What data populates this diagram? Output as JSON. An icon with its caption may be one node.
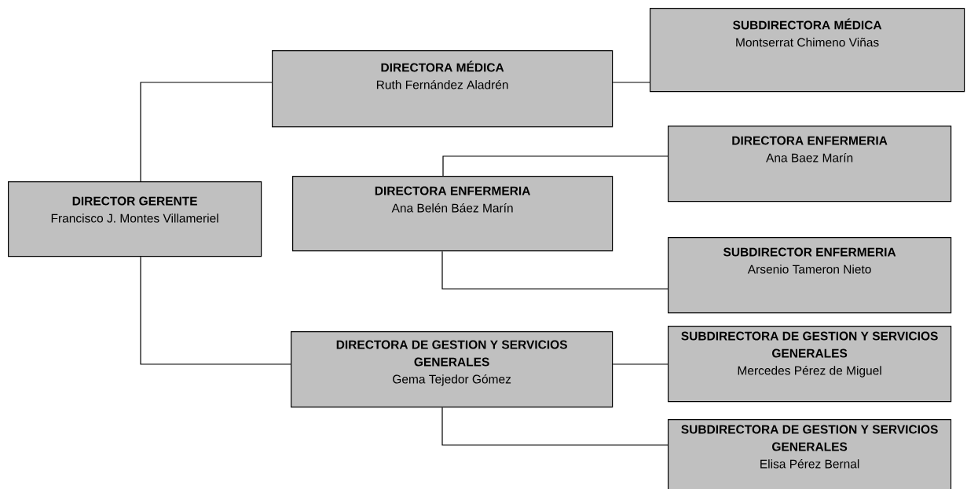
{
  "diagram": {
    "nodes": [
      {
        "text": [
          "DIRECTOR GERENTE",
          "Francisco J. Montes Villameriel"
        ]
      },
      {
        "text": [
          "DIRECTORA MÉDICA",
          "Ruth Fernández Aladrén"
        ]
      },
      {
        "text": [
          "SUBDIRECTORA MÉDICA",
          "Montserrat Chimeno Viñas"
        ]
      },
      {
        "text": [
          "DIRECTORA ENFERMERIA",
          "Ana Belén Báez Marín"
        ]
      },
      {
        "text": [
          "DIRECTORA ENFERMERIA",
          "Ana Baez Marín"
        ]
      },
      {
        "text": [
          "SUBDIRECTOR ENFERMERIA",
          "Arsenio Tameron Nieto"
        ]
      },
      {
        "text": [
          "DIRECTORA DE GESTION Y SERVICIOS GENERALES",
          "Gema Tejedor Gómez"
        ]
      },
      {
        "text": [
          "SUBDIRECTORA DE GESTION Y SERVICIOS GENERALES",
          "Mercedes Pérez de Miguel"
        ]
      },
      {
        "text": [
          "SUBDIRECTORA DE GESTION Y SERVICIOS GENERALES",
          "Elisa Pérez Bernal"
        ]
      }
    ],
    "edges": [
      {
        "from": 0,
        "to": 1,
        "arrow": "none"
      },
      {
        "from": 1,
        "to": 2,
        "arrow": "none"
      },
      {
        "from": 3,
        "to": 4,
        "arrow": "none"
      },
      {
        "from": 3,
        "to": 5,
        "arrow": "none"
      },
      {
        "from": 0,
        "to": 6,
        "arrow": "none"
      },
      {
        "from": 6,
        "to": 7,
        "arrow": "none"
      },
      {
        "from": 6,
        "to": 8,
        "arrow": "none"
      }
    ]
  }
}
